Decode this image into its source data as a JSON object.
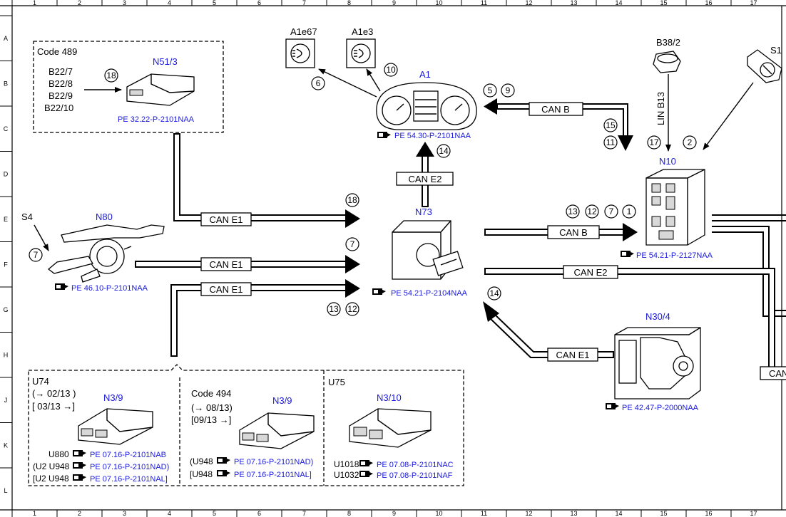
{
  "ruler": {
    "columns": [
      "1",
      "2",
      "3",
      "4",
      "5",
      "6",
      "7",
      "8",
      "9",
      "10",
      "11",
      "12",
      "13",
      "14",
      "15",
      "16",
      "17"
    ],
    "rows": [
      "A",
      "B",
      "C",
      "D",
      "E",
      "F",
      "G",
      "H",
      "J",
      "K",
      "L"
    ]
  },
  "box_code489": {
    "title": "Code 489",
    "inputs": [
      "B22/7",
      "B22/8",
      "B22/9",
      "B22/10"
    ],
    "marker": "18"
  },
  "n513": {
    "name": "N51/3",
    "ref": "PE 32.22-P-2101NAA"
  },
  "a1e67": {
    "name": "A1e67",
    "marker": "6"
  },
  "a1e3": {
    "name": "A1e3",
    "marker": "10"
  },
  "a1": {
    "name": "A1",
    "ref": "PE 54.30-P-2101NAA",
    "markers": [
      "5",
      "9"
    ]
  },
  "b382": {
    "name": "B38/2",
    "lin": "LIN B13",
    "marker": "17"
  },
  "s1": {
    "name": "S1",
    "marker": "2"
  },
  "n10": {
    "name": "N10",
    "ref": "PE 54.21-P-2127NAA"
  },
  "s4": {
    "name": "S4",
    "marker": "7"
  },
  "n80": {
    "name": "N80",
    "ref": "PE 46.10-P-2101NAA"
  },
  "n73": {
    "name": "N73",
    "ref": "PE 54.21-P-2104NAA",
    "markers_top": "18",
    "marker_mid": "7",
    "markers_low": [
      "13",
      "12"
    ]
  },
  "n304": {
    "name": "N30/4",
    "ref": "PE 42.47-P-2000NAA",
    "marker": "14"
  },
  "buses": {
    "can_b_top": "CAN B",
    "can_b_top_markers": [
      "15",
      "11"
    ],
    "can_e2_up": "CAN E2",
    "can_e2_marker": "14",
    "can_e1_a": "CAN E1",
    "can_e1_b": "CAN E1",
    "can_e1_c": "CAN E1",
    "can_b_right": "CAN B",
    "can_b_right_markers": [
      "13",
      "12",
      "7",
      "1"
    ],
    "can_e2_right": "CAN E2",
    "can_e1_n30": "CAN E1",
    "can_far_right": "CAN"
  },
  "u74": {
    "title": "U74",
    "date1": "(→ 02/13 )",
    "date2": "[ 03/13 →]",
    "name": "N3/9",
    "refs": [
      {
        "code": "U880",
        "ref": "PE 07.16-P-2101NAB"
      },
      {
        "code": "(U2  U948",
        "ref": "PE 07.16-P-2101NAD)"
      },
      {
        "code": "[U2  U948",
        "ref": "PE 07.16-P-2101NAL]"
      }
    ]
  },
  "code494": {
    "title": "Code 494",
    "date1": "(→ 08/13)",
    "date2": "[09/13  →]",
    "name": "N3/9",
    "refs": [
      {
        "code": "(U948",
        "ref": "PE 07.16-P-2101NAD)"
      },
      {
        "code": "[U948",
        "ref": "PE 07.16-P-2101NAL]"
      }
    ]
  },
  "u75": {
    "title": "U75",
    "name": "N3/10",
    "refs": [
      {
        "code": "U1018",
        "ref": "PE 07.08-P-2101NAC"
      },
      {
        "code": "U1032",
        "ref": "PE 07.08-P-2101NAF"
      }
    ]
  }
}
